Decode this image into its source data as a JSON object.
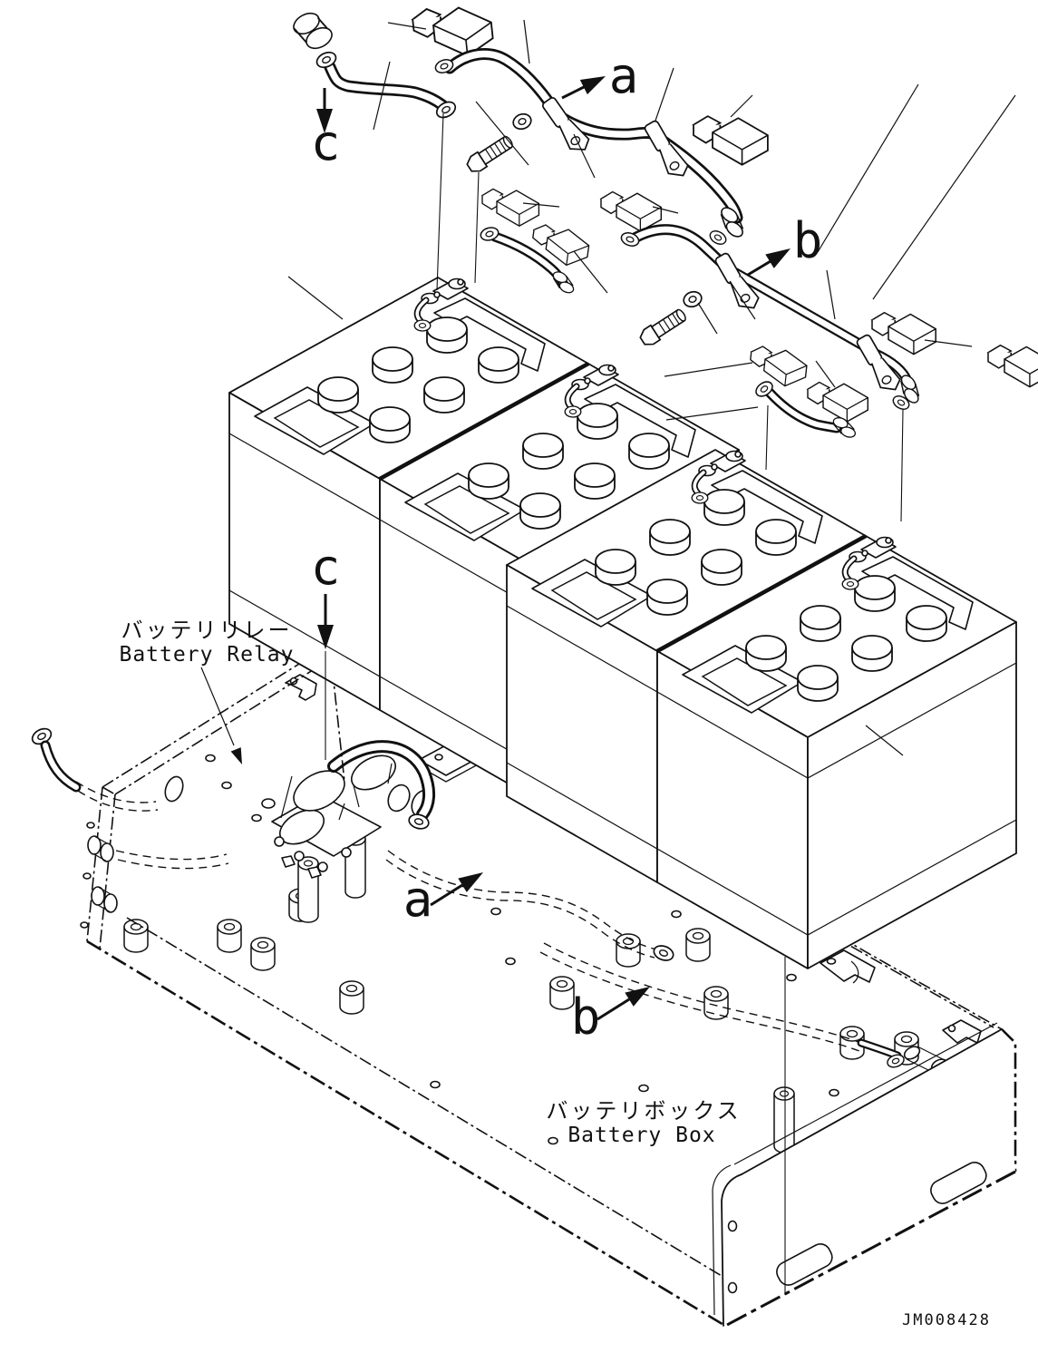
{
  "page": {
    "background": "#ffffff",
    "ink": "#111111"
  },
  "annotations": {
    "markers": [
      {
        "id": "a-top",
        "label": "a"
      },
      {
        "id": "b-top",
        "label": "b"
      },
      {
        "id": "c-top",
        "label": "c"
      },
      {
        "id": "c-mid",
        "label": "c"
      },
      {
        "id": "a-mid",
        "label": "a"
      },
      {
        "id": "b-mid",
        "label": "b"
      }
    ],
    "battery_relay": {
      "jp": "バッテリリレー",
      "en": "Battery Relay"
    },
    "battery_box": {
      "jp": "バッテリボックス",
      "en": "Battery Box"
    },
    "drawing_number": "JM008428"
  }
}
